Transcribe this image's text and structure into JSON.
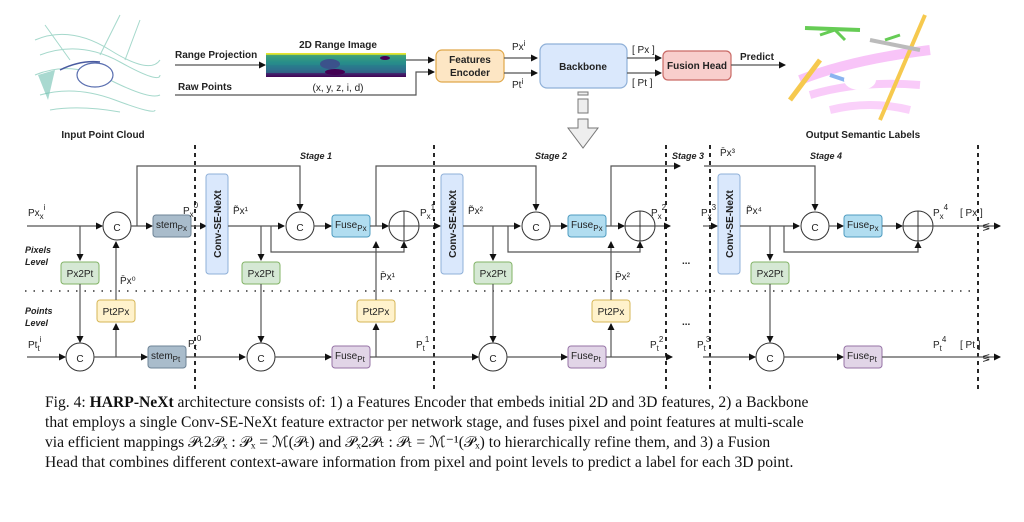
{
  "top": {
    "input_label": "Input Point Cloud",
    "range_projection": "Range Projection",
    "range_image_title": "2D Range Image",
    "raw_points": "Raw Points",
    "raw_points_format": "(x, y, z, i, d)",
    "features_encoder": [
      "Features",
      "Encoder"
    ],
    "px_i": "Px",
    "pt_i": "Pt",
    "sup_i": "i",
    "backbone": "Backbone",
    "px_out": "[ Px ]",
    "pt_out": "[ Pt ]",
    "fusion_head": "Fusion Head",
    "predict": "Predict",
    "output_label": "Output Semantic Labels"
  },
  "backbone": {
    "stages": [
      "Stage 1",
      "Stage 2",
      "Stage 3",
      "Stage 4"
    ],
    "levels": {
      "pixels": [
        "Pixels",
        "Level"
      ],
      "points": [
        "Points",
        "Level"
      ]
    },
    "concat": "C",
    "conv": "Conv-SE-NeXt",
    "stem_px": "stem",
    "stem_pt": "stem",
    "fuse": "Fuse",
    "px2pt": "Px2Pt",
    "pt2px": "Pt2Px",
    "ellipsis": "...",
    "final_px": "[ Px ]",
    "final_pt": "[ Pt ]",
    "labels": {
      "px_in": "Px",
      "pt_in": "Pt",
      "sup_i": "i",
      "px0": "0",
      "px1": "1",
      "px2": "2",
      "px3": "3",
      "px4": "4"
    }
  },
  "colors": {
    "encoder_fill": "#fde6c4",
    "encoder_stroke": "#e0a84a",
    "backbone_fill": "#dae8fc",
    "backbone_stroke": "#8fb0d8",
    "fusion_fill": "#f8cecc",
    "fusion_stroke": "#c96a66",
    "stem_fill": "#a9bccb",
    "stem_stroke": "#6e8497",
    "conv_fill": "#dae8fc",
    "conv_stroke": "#8fb0d8",
    "fusepx_fill": "#b1ddf0",
    "fusepx_stroke": "#4f9cc0",
    "fusept_fill": "#e1d5e7",
    "fusept_stroke": "#9673a6",
    "px2pt_fill": "#d5e8d4",
    "px2pt_stroke": "#82b366",
    "pt2px_fill": "#fff2cc",
    "pt2px_stroke": "#d6b656"
  },
  "caption": {
    "fig": "Fig. 4:",
    "name": "HARP-NeXt",
    "line1": " architecture consists of: 1) a Features Encoder that embeds initial 2D and 3D features, 2) a Backbone",
    "line2": "that employs a single Conv-SE-NeXt feature extractor per network stage, and fuses pixel and point features at multi-scale",
    "line3": "via efficient mappings 𝒫ₜ2𝒫ₓ : 𝒫ₓ = ℳ(𝒫ₜ) and 𝒫ₓ2𝒫ₜ : 𝒫ₜ = ℳ⁻¹(𝒫ₓ) to hierarchically refine them, and 3) a Fusion",
    "line4": "Head that combines different context-aware information from pixel and point levels to predict a label for each 3D point."
  }
}
